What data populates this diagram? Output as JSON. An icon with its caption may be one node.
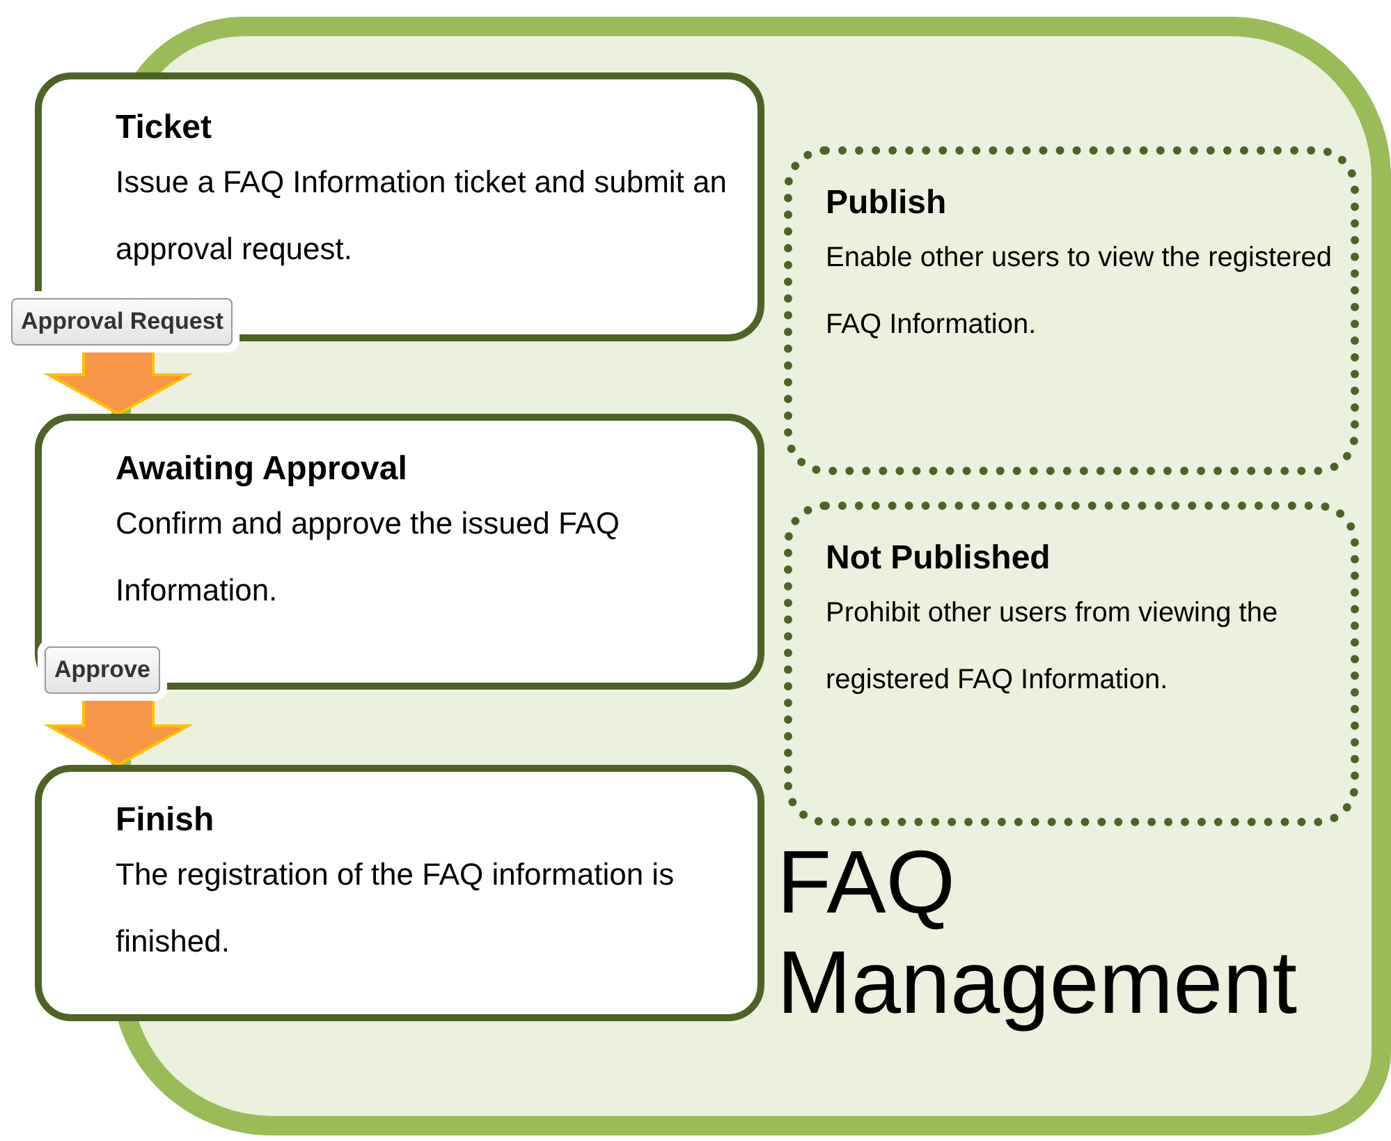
{
  "diagram": {
    "nodes": [
      {
        "text": [
          "FAQ Management"
        ]
      },
      {
        "text": [
          "Ticket",
          "Issue a FAQ Information ticket and submit an approval request."
        ]
      },
      {
        "text": [
          "Awaiting Approval",
          "Confirm and approve the issued FAQ Information."
        ]
      },
      {
        "text": [
          "Finish",
          "The registration of the FAQ information is finished."
        ]
      },
      {
        "text": [
          "Publish",
          "Enable other users to view the registered FAQ Information."
        ],
        "in": 0
      },
      {
        "text": [
          "Not Published",
          "Prohibit other users from viewing the registered FAQ Information."
        ],
        "in": 0
      }
    ],
    "edges": [
      {
        "from": 1,
        "to": 2,
        "arrow": "to",
        "label": "Approval Request",
        "style": "thick",
        "color": "#f79646"
      },
      {
        "from": 2,
        "to": 3,
        "arrow": "to",
        "label": "Approve",
        "style": "thick",
        "color": "#f79646"
      }
    ]
  }
}
